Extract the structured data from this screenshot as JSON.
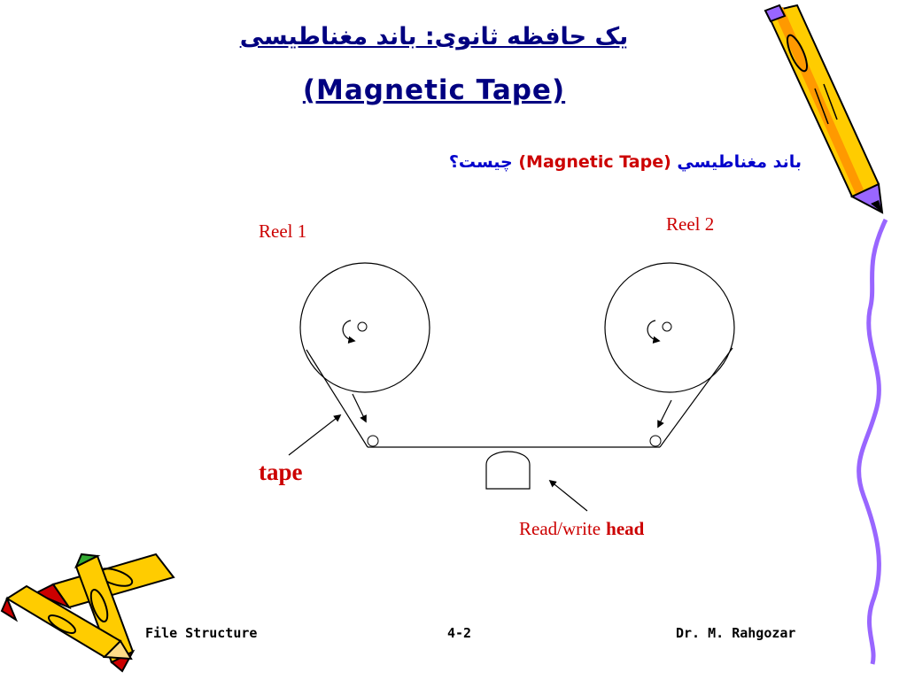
{
  "slide": {
    "title_fa": "یک حافظه ثانوی: باند مغناطیسی",
    "title_en": "(Magnetic Tape)",
    "question_fa_start": "باند مغناطيسي",
    "question_en": "(Magnetic Tape)",
    "question_fa_end": "چيست؟"
  },
  "diagram": {
    "reel1_label": "Reel 1",
    "reel2_label": "Reel 2",
    "tape_label": "tape",
    "head_label_normal": "Read/write",
    "head_label_bold": "head"
  },
  "footer": {
    "left": "File Structure",
    "center": "4-2",
    "right": "Dr. M. Rahgozar"
  },
  "colors": {
    "title": "#000080",
    "question": "#0000cc",
    "accent_red": "#cc0000",
    "border_wave": "#9966ff"
  }
}
